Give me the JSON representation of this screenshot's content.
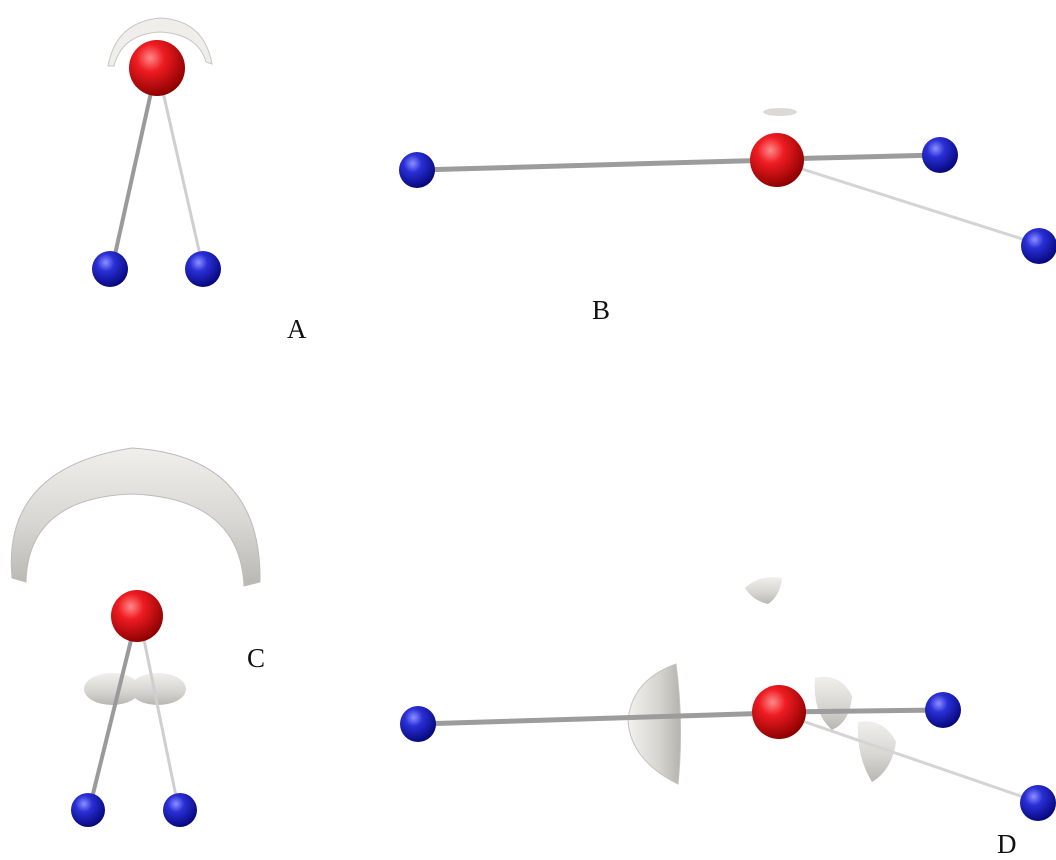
{
  "labels": {
    "a": "A",
    "b": "B",
    "c": "C",
    "d": "D"
  },
  "colors": {
    "central_atom": "#e0101a",
    "ligand_atom": "#1a22c8",
    "bond": "#9c9c9c",
    "isosurface": "#d9d7d3"
  },
  "atoms": {
    "central_color_name": "red",
    "ligand_color_name": "blue"
  }
}
